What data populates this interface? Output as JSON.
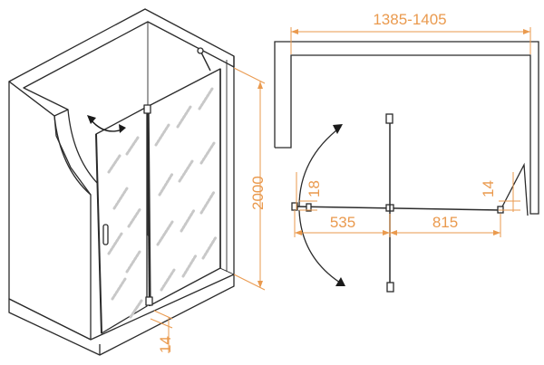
{
  "colors": {
    "outline": "#2b2b2b",
    "dimension": "#ea9a4e",
    "glass_pattern": "#c8c8c8",
    "arrow": "#1a1a1a"
  },
  "dimensions": {
    "total_width": "1385-1405",
    "height": "2000",
    "door_width": "535",
    "fixed_panel_width": "815",
    "glass_thickness_left": "18",
    "profile_gap_right": "14",
    "profile_gap_bottom": "14"
  },
  "icons": {
    "swing_arrow_left": "curved-double-arrow-icon",
    "swing_arrow_plan": "curved-swing-arrow-icon"
  }
}
